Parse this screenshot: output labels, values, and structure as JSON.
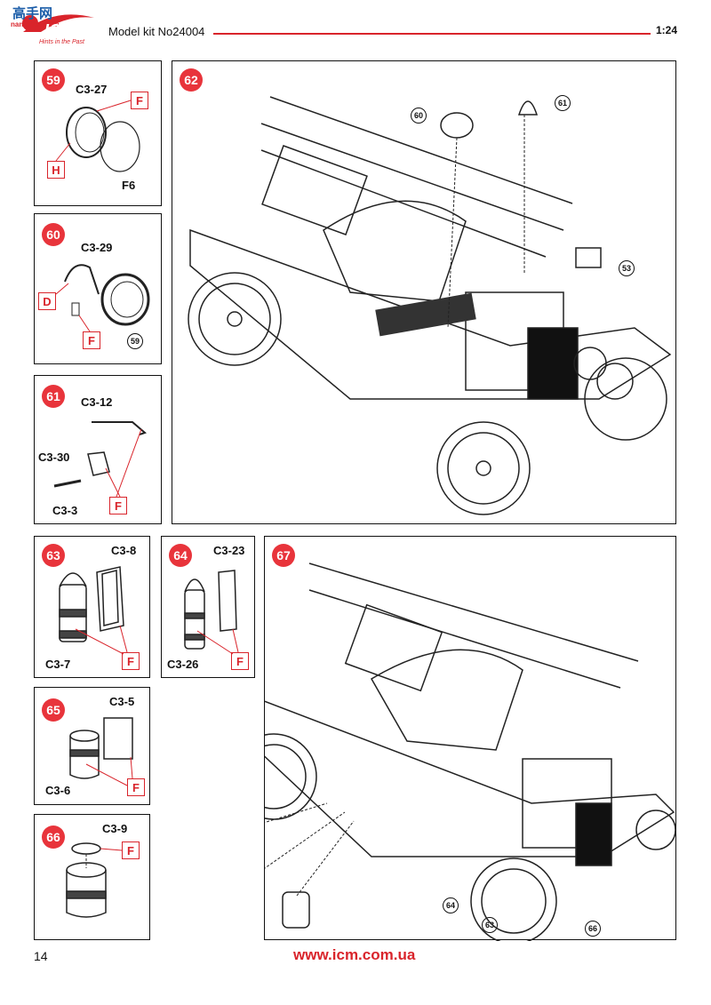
{
  "header": {
    "logo_watermark": "高手网",
    "logo_watermark_url": "nan-shou.com",
    "logo_text": "ICM",
    "logo_tagline": "Hints in the Past",
    "title": "Model kit No24004",
    "scale": "1:24"
  },
  "colors": {
    "accent": "#d9242b",
    "step_badge": "#e8343b"
  },
  "steps": {
    "s59": {
      "number": "59",
      "parts": [
        "C3-27",
        "F6"
      ],
      "paint": [
        "F",
        "H"
      ]
    },
    "s60": {
      "number": "60",
      "parts": [
        "C3-29"
      ],
      "paint": [
        "D",
        "F"
      ],
      "ref": "59"
    },
    "s61": {
      "number": "61",
      "parts": [
        "C3-12",
        "C3-30",
        "C3-3"
      ],
      "paint": [
        "F"
      ]
    },
    "s62": {
      "number": "62",
      "refs": [
        "60",
        "61",
        "53"
      ]
    },
    "s63": {
      "number": "63",
      "parts": [
        "C3-8",
        "C3-7"
      ],
      "paint": [
        "F"
      ]
    },
    "s64": {
      "number": "64",
      "parts": [
        "C3-23",
        "C3-26"
      ],
      "paint": [
        "F"
      ]
    },
    "s65": {
      "number": "65",
      "parts": [
        "C3-5",
        "C3-6"
      ],
      "paint": [
        "F"
      ]
    },
    "s66": {
      "number": "66",
      "parts": [
        "C3-9"
      ],
      "paint": [
        "F"
      ]
    },
    "s67": {
      "number": "67",
      "refs": [
        "64",
        "63",
        "66"
      ]
    }
  },
  "footer": {
    "page_number": "14",
    "url": "www.icm.com.ua"
  }
}
